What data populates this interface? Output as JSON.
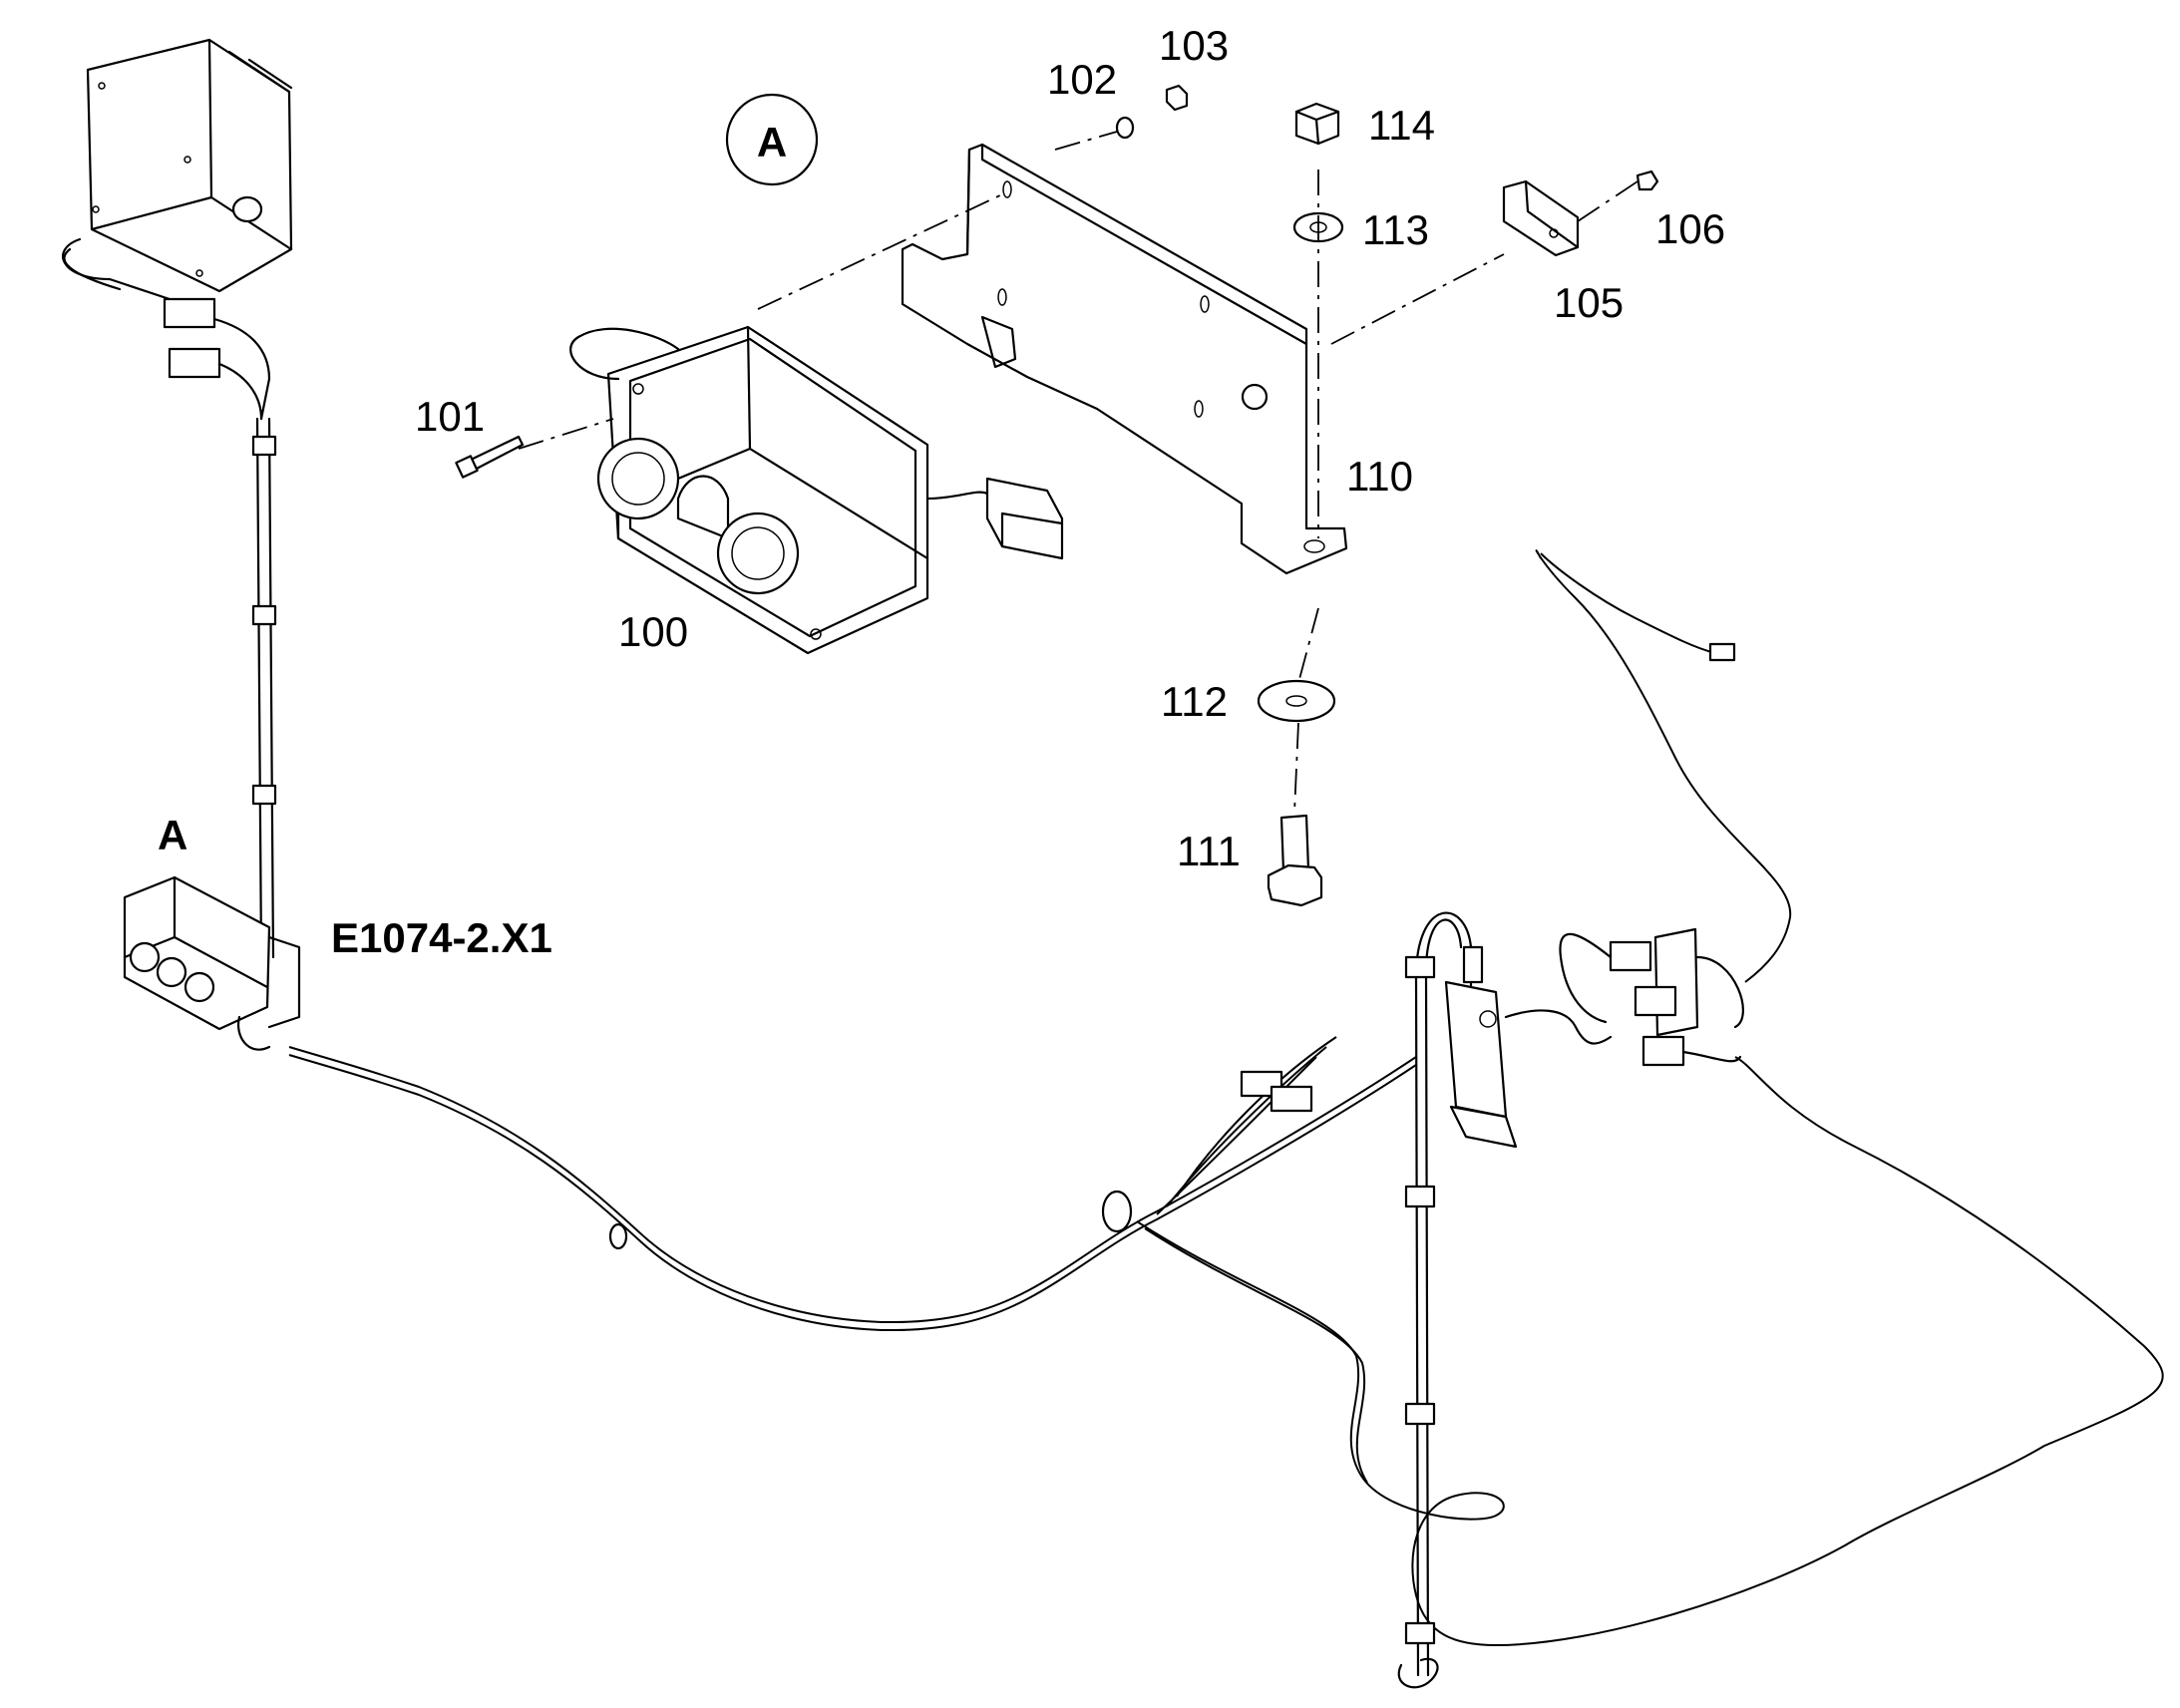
{
  "callouts": {
    "detail_marker": "A",
    "detail_marker_small": "A",
    "connector_ref": "E1074-2.X1",
    "p100": "100",
    "p101": "101",
    "p102": "102",
    "p103": "103",
    "p105": "105",
    "p106": "106",
    "p110": "110",
    "p111": "111",
    "p112": "112",
    "p113": "113",
    "p114": "114"
  }
}
